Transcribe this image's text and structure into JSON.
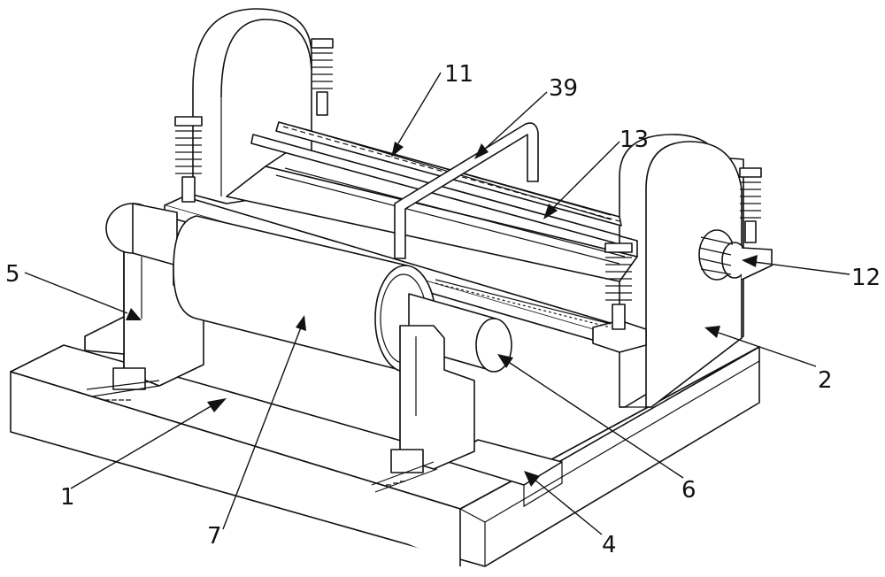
{
  "labels": {
    "l1": "1",
    "l2": "2",
    "l4": "4",
    "l5": "5",
    "l6": "6",
    "l7": "7",
    "l11": "11",
    "l12": "12",
    "l13": "13",
    "l39": "39"
  },
  "colors": {
    "line": "#111111",
    "fill": "#ffffff"
  }
}
